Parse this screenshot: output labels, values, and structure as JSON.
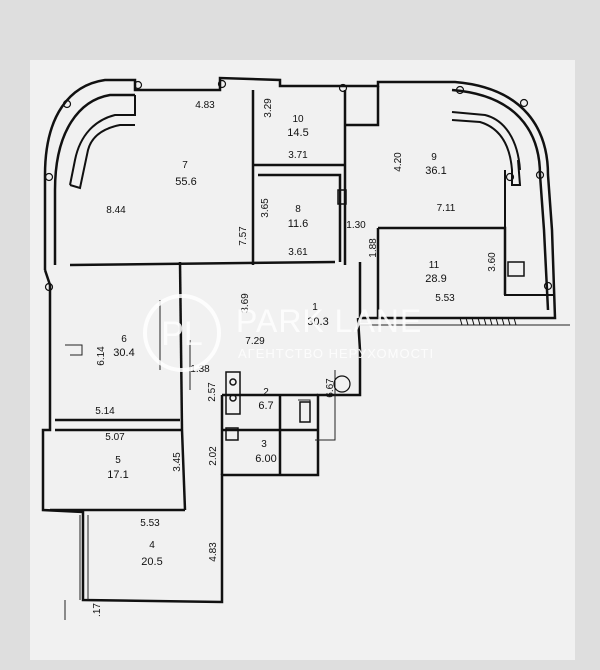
{
  "rooms": [
    {
      "id": "room-1",
      "number": "1",
      "area": "30.3"
    },
    {
      "id": "room-2",
      "number": "2",
      "area": "6.7"
    },
    {
      "id": "room-3",
      "number": "3",
      "area": "6.00"
    },
    {
      "id": "room-4",
      "number": "4",
      "area": "20.5"
    },
    {
      "id": "room-5",
      "number": "5",
      "area": "17.1"
    },
    {
      "id": "room-6",
      "number": "6",
      "area": "30.4"
    },
    {
      "id": "room-7",
      "number": "7",
      "area": "55.6"
    },
    {
      "id": "room-8",
      "number": "8",
      "area": "11.6"
    },
    {
      "id": "room-9",
      "number": "9",
      "area": "36.1"
    },
    {
      "id": "room-10",
      "number": "10",
      "area": "14.5"
    },
    {
      "id": "room-11",
      "number": "11",
      "area": "28.9"
    }
  ],
  "dimensions": {
    "d_4_83_top": "4.83",
    "d_8_44": "8.44",
    "d_7_57": "7.57",
    "d_3_29": "3.29",
    "d_3_71": "3.71",
    "d_3_65": "3.65",
    "d_3_61": "3.61",
    "d_1_30": "1.30",
    "d_1_88": "1.88",
    "d_4_20": "4.20",
    "d_7_11": "7.11",
    "d_3_60": "3.60",
    "d_5_53_r": "5.53",
    "d_3_69": "3.69",
    "d_7_29": "7.29",
    "d_6_14": "6.14",
    "d_1_38": "1.38",
    "d_5_14": "5.14",
    "d_5_07": "5.07",
    "d_3_45": "3.45",
    "d_2_57": "2.57",
    "d_2_02": "2.02",
    "d_5_53_b": "5.53",
    "d_4_83_b": "4.83",
    "d_6_67": "6.67",
    "d_17": ".17"
  },
  "watermark": {
    "logo": "PL",
    "brand": "PARK LANE",
    "subtitle": "АГЕНТСТВО НЕРУХОМОСТІ"
  }
}
